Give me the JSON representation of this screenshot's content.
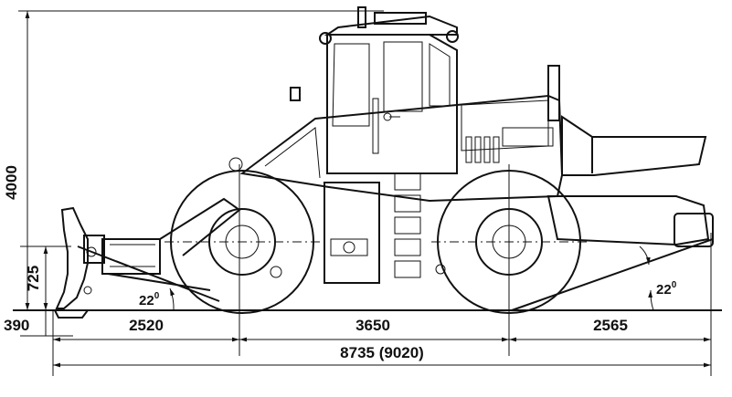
{
  "dimensions": {
    "height": "4000",
    "blade_height": "725",
    "ground_clearance": "390",
    "front_overhang": "2520",
    "wheelbase": "3650",
    "rear_overhang": "2565",
    "overall_length": "8735 (9020)"
  },
  "angles": {
    "front_label": "22",
    "rear_label": "22",
    "degree_symbol": "0"
  }
}
